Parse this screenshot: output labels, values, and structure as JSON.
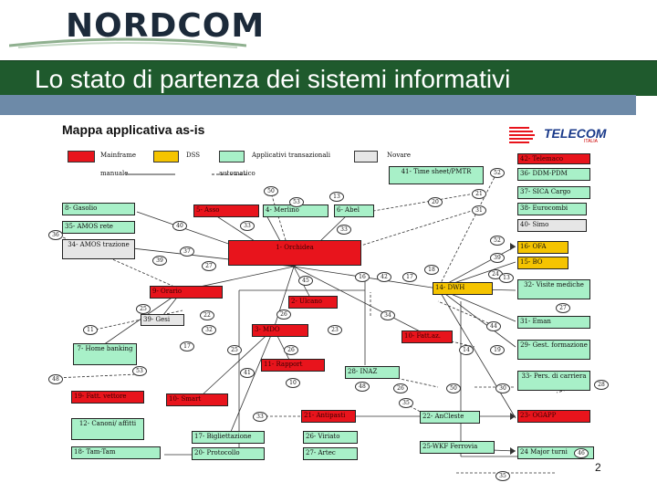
{
  "header": {
    "logo_text": "NORDCOM",
    "title": "Lo stato di partenza dei sistemi informativi"
  },
  "diagram": {
    "map_title": "Mappa applicativa as-is",
    "brand": "TELECOM",
    "brand_sub": "ITALIA",
    "legend": [
      {
        "label": "Mainframe",
        "color": "#e8141c"
      },
      {
        "label": "DSS",
        "color": "#f5c400"
      },
      {
        "label": "Applicativi transazionali",
        "color": "#a8f0c8"
      },
      {
        "label": "Novare",
        "color": "#e6e6e6"
      }
    ],
    "legend_sub": [
      "manuale",
      "automatico"
    ],
    "boxes": [
      {
        "id": "b42",
        "label": "42- Telemaco",
        "style": "red"
      },
      {
        "id": "b41",
        "label": "41- Time sheet/PMTR",
        "style": "green"
      },
      {
        "id": "b36",
        "label": "36- DDM-PDM",
        "style": "green"
      },
      {
        "id": "b37",
        "label": "37- SICA Cargo",
        "style": "green"
      },
      {
        "id": "b38",
        "label": "38- Eurocombi",
        "style": "green"
      },
      {
        "id": "b40",
        "label": "40- Simo",
        "style": "gray"
      },
      {
        "id": "b8",
        "label": "8- Gasolio",
        "style": "green"
      },
      {
        "id": "b35",
        "label": "35- AMOS rete",
        "style": "green"
      },
      {
        "id": "b34",
        "label": "34- AMOS trazione",
        "style": "gray"
      },
      {
        "id": "b5",
        "label": "5- Asso",
        "style": "red"
      },
      {
        "id": "b4",
        "label": "4- Merlino",
        "style": "green"
      },
      {
        "id": "b6",
        "label": "6- Abel",
        "style": "green"
      },
      {
        "id": "b1",
        "label": "1- Orchidea",
        "style": "red"
      },
      {
        "id": "b16",
        "label": "16- OFA",
        "style": "yellow"
      },
      {
        "id": "b15",
        "label": "15- BO",
        "style": "yellow"
      },
      {
        "id": "b9",
        "label": "9- Orario",
        "style": "red"
      },
      {
        "id": "b2",
        "label": "2- Ulcano",
        "style": "red"
      },
      {
        "id": "b14",
        "label": "14- DWH",
        "style": "yellow"
      },
      {
        "id": "b32",
        "label": "32- Visite mediche",
        "style": "green"
      },
      {
        "id": "b39",
        "label": "39- Gesi",
        "style": "gray"
      },
      {
        "id": "b3",
        "label": "3- MDO",
        "style": "red"
      },
      {
        "id": "b31",
        "label": "31- Eman",
        "style": "green"
      },
      {
        "id": "b7",
        "label": "7- Home banking",
        "style": "green"
      },
      {
        "id": "b10",
        "label": "10- Fatt.az.",
        "style": "red"
      },
      {
        "id": "b29",
        "label": "29- Gest. formazione",
        "style": "green"
      },
      {
        "id": "b11",
        "label": "11- Rapport",
        "style": "red"
      },
      {
        "id": "b28",
        "label": "28- INAZ",
        "style": "green"
      },
      {
        "id": "b33",
        "label": "33- Pers. di carriera",
        "style": "green"
      },
      {
        "id": "b19",
        "label": "19- Fatt. vettore",
        "style": "red"
      },
      {
        "id": "b10b",
        "label": "10- Smart",
        "style": "red"
      },
      {
        "id": "b21",
        "label": "21- Antipasti",
        "style": "red"
      },
      {
        "id": "b22",
        "label": "22- AnCleste",
        "style": "green"
      },
      {
        "id": "b23",
        "label": "23- OGAPP",
        "style": "red"
      },
      {
        "id": "b12",
        "label": "12- Canoni/ affitti",
        "style": "green"
      },
      {
        "id": "b17",
        "label": "17- Bigliettazione",
        "style": "green"
      },
      {
        "id": "b26",
        "label": "26- Viriato",
        "style": "green"
      },
      {
        "id": "b25",
        "label": "25-WKF Ferrovia",
        "style": "green"
      },
      {
        "id": "b18",
        "label": "18- Tam-Tam",
        "style": "green"
      },
      {
        "id": "b20",
        "label": "20- Protocollo",
        "style": "green"
      },
      {
        "id": "b27",
        "label": "27- Artec",
        "style": "green"
      },
      {
        "id": "b24",
        "label": "24 Major turni",
        "style": "green"
      }
    ],
    "nodes": [
      "50",
      "52",
      "13",
      "21",
      "20",
      "53",
      "31",
      "40",
      "33",
      "33",
      "36",
      "52",
      "37",
      "39",
      "39",
      "27",
      "24",
      "13",
      "18",
      "16",
      "42",
      "17",
      "45",
      "25",
      "26",
      "34",
      "27",
      "22",
      "11",
      "32",
      "23",
      "44",
      "17",
      "25",
      "26",
      "14",
      "19",
      "53",
      "41",
      "48",
      "10",
      "48",
      "26",
      "50",
      "30",
      "28",
      "35",
      "33",
      "35",
      "46"
    ],
    "page_number": "2"
  }
}
